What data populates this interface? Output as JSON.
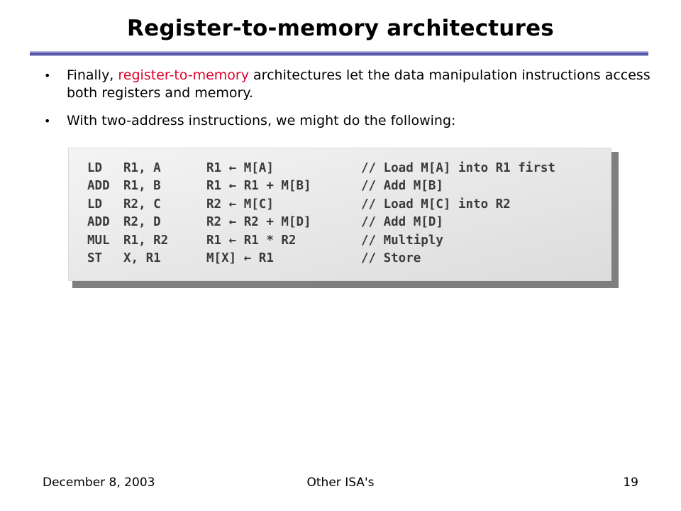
{
  "slide": {
    "title": "Register-to-memory architectures",
    "bullets": [
      {
        "before": "Finally, ",
        "highlight": "register-to-memory",
        "after": " architectures let the data manipulation instructions access both registers and memory."
      },
      {
        "text": "With two-address instructions, we might do the following:"
      }
    ],
    "bullet_glyph": "•",
    "arrow_glyph": "←",
    "highlight_color": "#e0002a",
    "code": [
      {
        "op": "LD",
        "args": "R1, A",
        "rtl_left": "R1",
        "rtl_right": "M[A]",
        "comment": "// Load M[A] into R1 first"
      },
      {
        "op": "ADD",
        "args": "R1, B",
        "rtl_left": "R1",
        "rtl_right": "R1 + M[B]",
        "comment": "// Add M[B]"
      },
      {
        "op": "LD",
        "args": "R2, C",
        "rtl_left": "R2",
        "rtl_right": "M[C]",
        "comment": "// Load M[C] into R2"
      },
      {
        "op": "ADD",
        "args": "R2, D",
        "rtl_left": "R2",
        "rtl_right": "R2 + M[D]",
        "comment": "// Add M[D]"
      },
      {
        "op": "MUL",
        "args": "R1, R2",
        "rtl_left": "R1",
        "rtl_right": "R1 * R2",
        "comment": "// Multiply"
      },
      {
        "op": "ST",
        "args": "X, R1",
        "rtl_left": "M[X]",
        "rtl_right": "R1",
        "comment": "// Store"
      }
    ]
  },
  "footer": {
    "date": "December 8, 2003",
    "course": "Other ISA's",
    "page": "19"
  }
}
